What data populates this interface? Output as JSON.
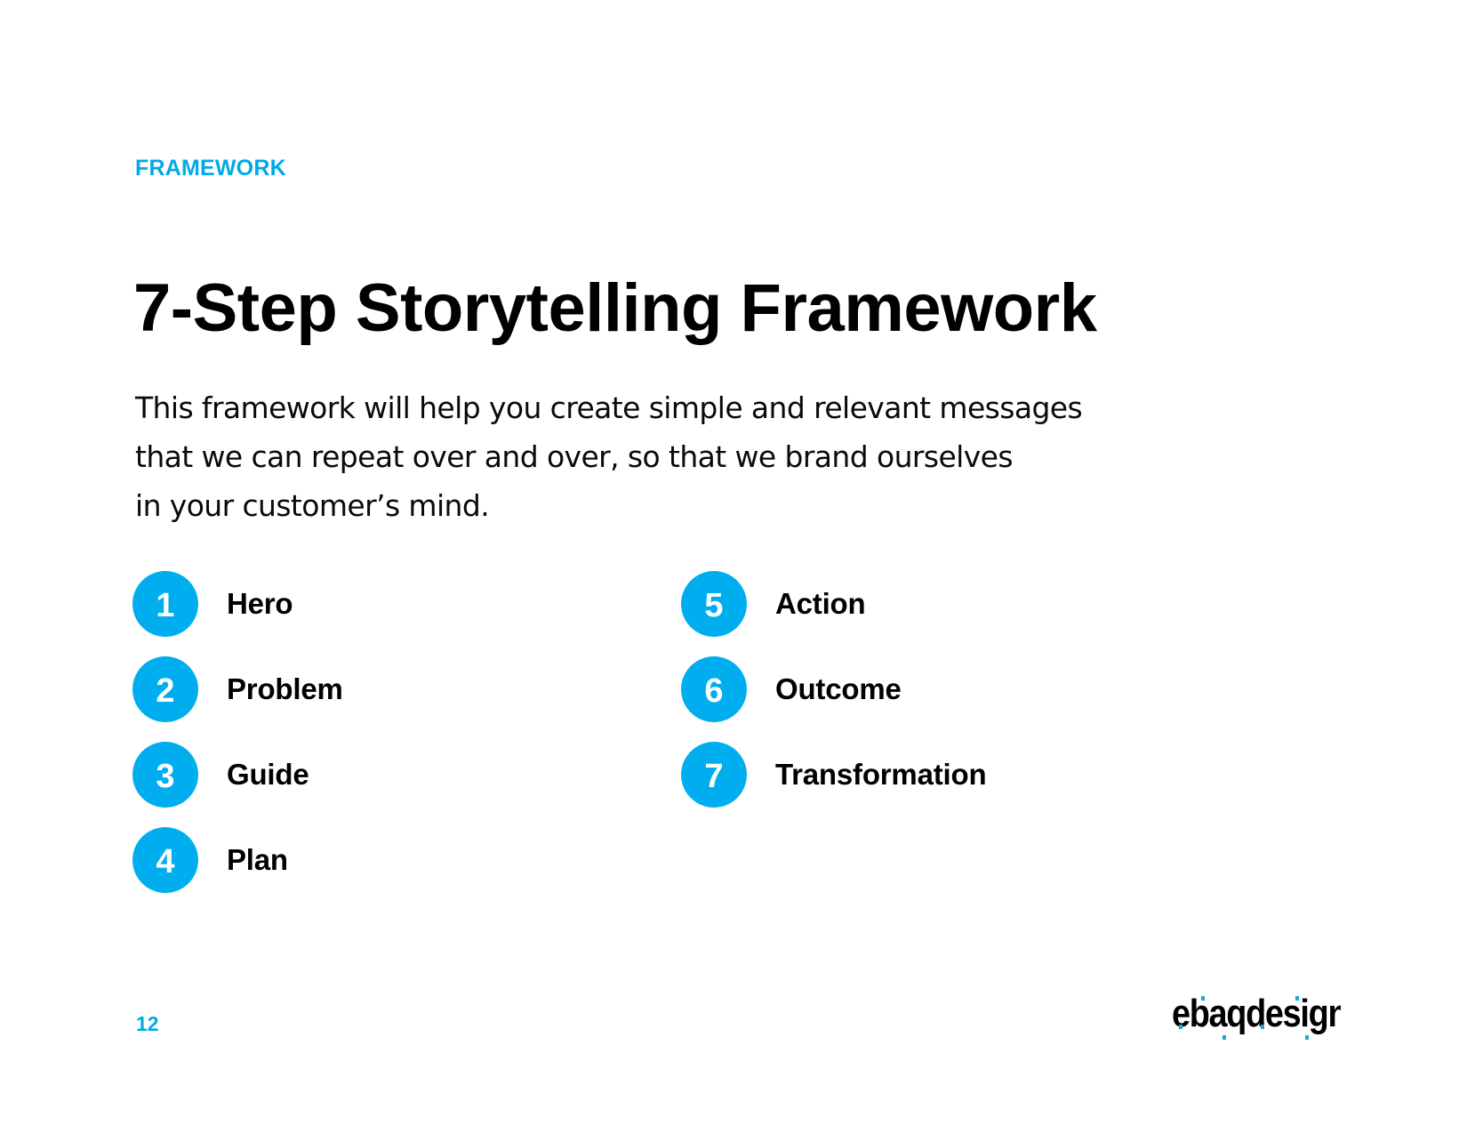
{
  "page": {
    "eyebrow": "FRAMEWORK",
    "title": "7-Step Storytelling Framework",
    "intro_lines": [
      "This framework will help you create simple and relevant messages",
      "that we can repeat over and over, so that we brand ourselves",
      "in your customer’s mind."
    ],
    "page_number": "12"
  },
  "steps": {
    "left": [
      {
        "number": "1",
        "label": "Hero"
      },
      {
        "number": "2",
        "label": "Problem"
      },
      {
        "number": "3",
        "label": "Guide"
      },
      {
        "number": "4",
        "label": "Plan"
      }
    ],
    "right": [
      {
        "number": "5",
        "label": "Action"
      },
      {
        "number": "6",
        "label": "Outcome"
      },
      {
        "number": "7",
        "label": "Transformation"
      }
    ]
  },
  "logo": {
    "text": "ebaqdesign",
    "primary_color": "#000000",
    "accent_color": "#1ea7e1"
  },
  "colors": {
    "accent": "#00aeef",
    "eyebrow": "#00a9e8",
    "title": "#000000",
    "body_text": "#0a0a0a",
    "background": "#ffffff"
  }
}
